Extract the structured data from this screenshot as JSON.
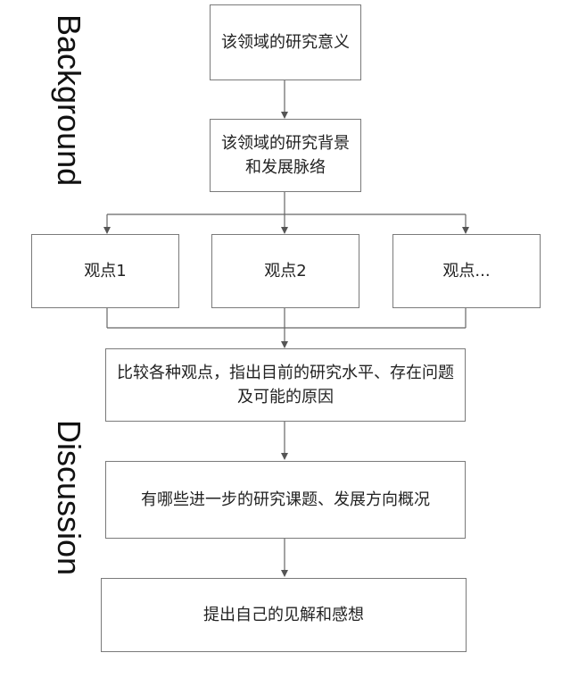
{
  "side_labels": {
    "background": "Background",
    "discussion": "Discussion"
  },
  "boxes": {
    "significance": "该领域的研究意义",
    "context": "该领域的研究背景和发展脉络",
    "view1": "观点1",
    "view2": "观点2",
    "view3": "观点...",
    "compare": "比较各种观点，指出目前的研究水平、存在问题及可能的原因",
    "topics": "有哪些进一步的研究课题、发展方向概况",
    "opinion": "提出自己的见解和感想"
  }
}
